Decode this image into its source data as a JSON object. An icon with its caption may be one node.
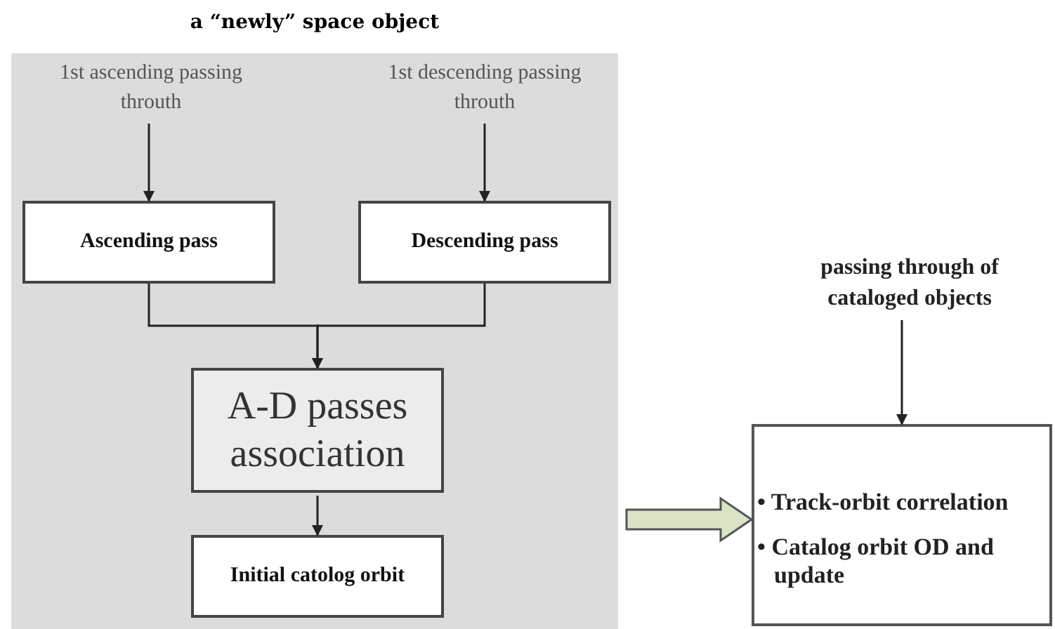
{
  "diagram": {
    "nodes": [
      {
        "text": [
          "a “newly” space object"
        ]
      },
      {
        "text": [
          "1st ascending passing throuth"
        ],
        "in": 0
      },
      {
        "text": [
          "1st descending passing throuth"
        ],
        "in": 0
      },
      {
        "text": [
          "Ascending pass"
        ],
        "in": 0
      },
      {
        "text": [
          "Descending pass"
        ],
        "in": 0
      },
      {
        "text": [
          "A-D passes association"
        ],
        "in": 0
      },
      {
        "text": [
          "Initial catolog orbit"
        ],
        "in": 0
      },
      {
        "text": [
          "passing through of cataloged objects"
        ]
      },
      {
        "text": [
          "• Track-orbit correlation",
          "• Catalog orbit OD and update"
        ]
      }
    ],
    "edges": [
      {
        "from": 1,
        "to": 3,
        "arrow": "to"
      },
      {
        "from": 2,
        "to": 4,
        "arrow": "to"
      },
      {
        "from": 3,
        "to": 5,
        "arrow": "to"
      },
      {
        "from": 4,
        "to": 5,
        "arrow": "to"
      },
      {
        "from": 5,
        "to": 6,
        "arrow": "to"
      },
      {
        "from": 7,
        "to": 8,
        "arrow": "to"
      },
      {
        "from": 0,
        "to": 8,
        "arrow": "to",
        "style": "thick",
        "color": "#dbe3c6"
      }
    ]
  }
}
